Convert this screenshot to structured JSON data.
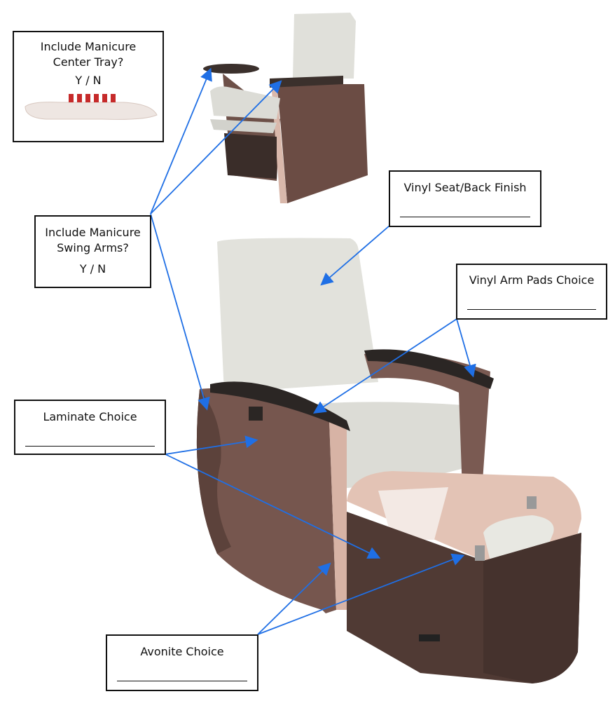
{
  "labels": {
    "center_tray": {
      "line1": "Include Manicure",
      "line2": "Center Tray?",
      "answer": "Y / N"
    },
    "swing_arms": {
      "line1": "Include Manicure",
      "line2": "Swing Arms?",
      "answer": "Y / N"
    },
    "vinyl_seat": {
      "title": "Vinyl Seat/Back Finish"
    },
    "vinyl_arm": {
      "title": "Vinyl Arm Pads Choice"
    },
    "laminate": {
      "title": "Laminate Choice"
    },
    "avonite": {
      "title": "Avonite Choice"
    }
  },
  "colors": {
    "arrow": "#1f6fe5",
    "laminate": "#7a5a52",
    "vinyl": "#e2e2dc",
    "armpad": "#2b2624",
    "avonite": "#e3c3b5"
  }
}
